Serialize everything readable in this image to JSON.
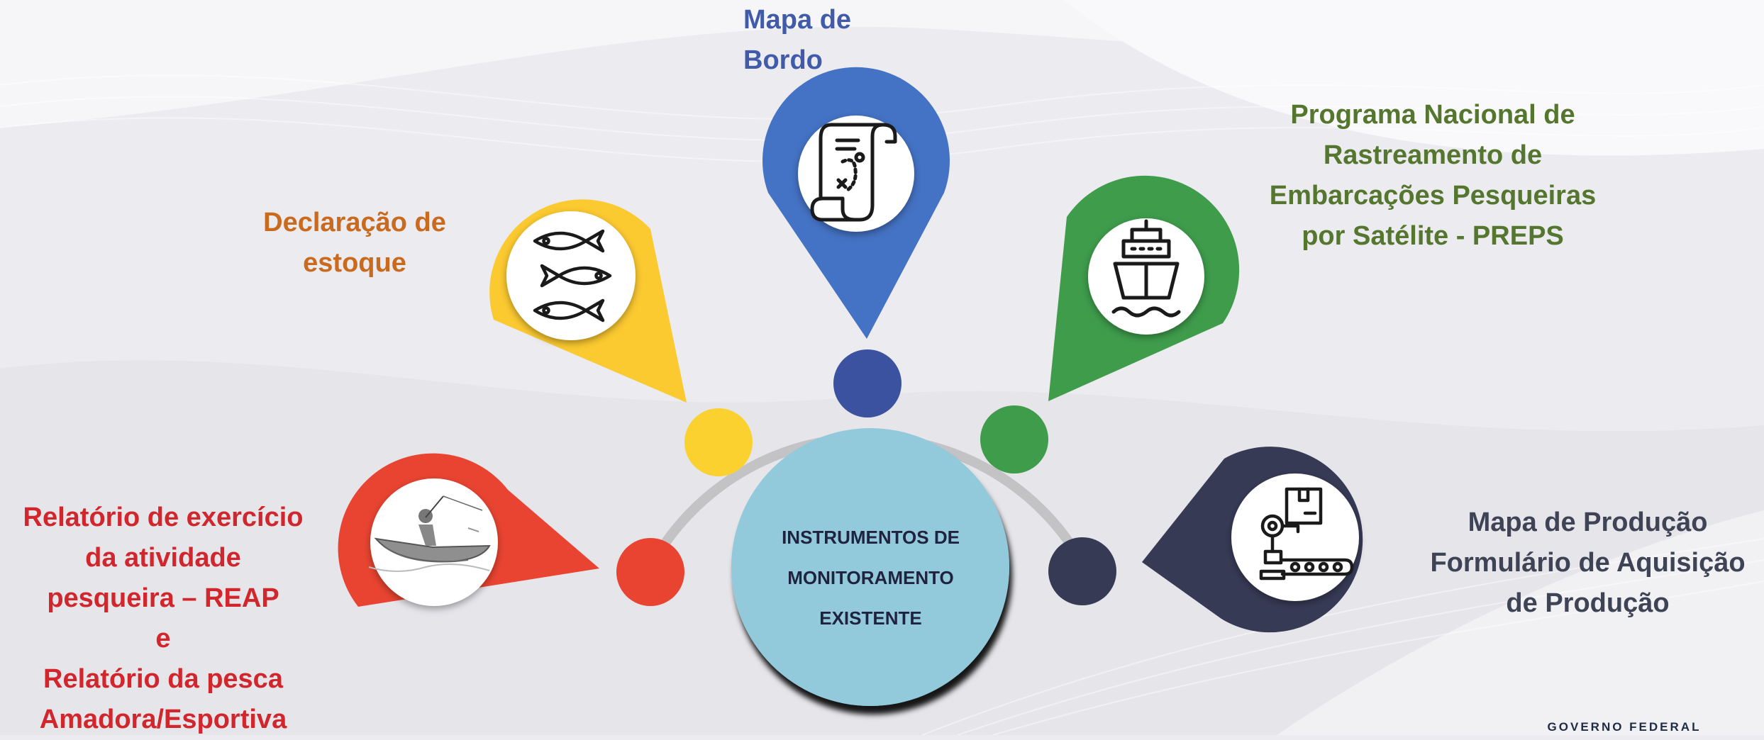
{
  "center": {
    "lines": [
      "INSTRUMENTOS DE",
      "MONITORAMENTO",
      "EXISTENTE"
    ]
  },
  "items": [
    {
      "id": "mapa-de-bordo",
      "lines": [
        "Mapa de",
        "Bordo"
      ],
      "color": "#4472c4",
      "icon": "treasure-map-scroll-icon"
    },
    {
      "id": "declaracao-de-estoque",
      "lines": [
        "Declaração de",
        "estoque"
      ],
      "color": "#fbc930",
      "icon": "three-fish-icon"
    },
    {
      "id": "preps",
      "lines": [
        "Programa Nacional de",
        "Rastreamento de",
        "Embarcações Pesqueiras",
        "por Satélite - PREPS"
      ],
      "color": "#3e9c4b",
      "icon": "ship-icon"
    },
    {
      "id": "reap",
      "lines": [
        "Relatório de exercício",
        "da atividade",
        "pesqueira – REAP",
        "e",
        "Relatório da pesca",
        "Amadora/Esportiva"
      ],
      "color": "#e94431",
      "icon": "fisherman-boat-icon"
    },
    {
      "id": "mapa-de-producao",
      "lines": [
        "Mapa de Produção",
        "Formulário de Aquisição",
        "de Produção"
      ],
      "color": "#373a55",
      "icon": "robotic-arm-conveyor-icon"
    }
  ],
  "colors": {
    "label_mapa_bordo": "#3f5ba9",
    "label_declaracao": "#c96a1e",
    "label_preps": "#54762f",
    "label_reap": "#d2262d",
    "label_producao": "#3e4456",
    "center_fill": "#92cadc",
    "arc": "#c3c3c6"
  },
  "footer": {
    "gov_text": "GOVERNO FEDERAL"
  }
}
